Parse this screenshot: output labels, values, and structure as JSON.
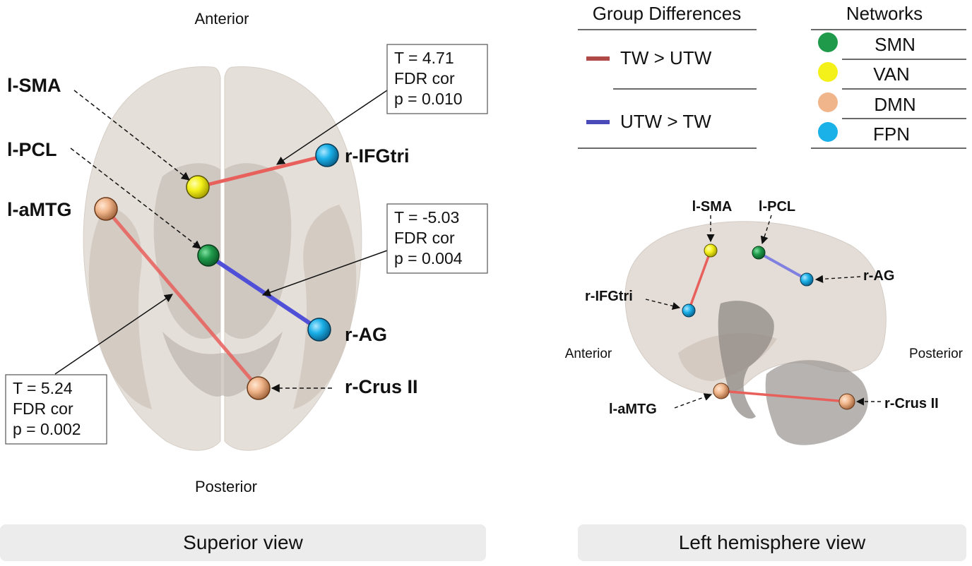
{
  "superior_view": {
    "orientation": {
      "anterior": "Anterior",
      "posterior": "Posterior"
    },
    "regions": {
      "l_sma": "l-SMA",
      "l_pcl": "l-PCL",
      "l_amtg": "l-aMTG",
      "r_ifgtri": "r-IFGtri",
      "r_ag": "r-AG",
      "r_crus": "r-Crus II"
    },
    "stats": [
      {
        "t": "T = 4.71",
        "fdr": "FDR cor",
        "p": "p = 0.010"
      },
      {
        "t": "T = -5.03",
        "fdr": "FDR cor",
        "p": "p = 0.004"
      },
      {
        "t": "T = 5.24",
        "fdr": "FDR cor",
        "p": "p = 0.002"
      }
    ],
    "caption": "Superior view"
  },
  "legend": {
    "group_title": "Group Differences",
    "group_items": [
      {
        "label": "TW > UTW",
        "color": "#b04a48"
      },
      {
        "label": "UTW > TW",
        "color": "#4a4ab8"
      }
    ],
    "networks_title": "Networks",
    "network_items": [
      {
        "label": "SMN",
        "color": "#1f9a4a"
      },
      {
        "label": "VAN",
        "color": "#f4f01a"
      },
      {
        "label": "DMN",
        "color": "#f0b58a"
      },
      {
        "label": "FPN",
        "color": "#1ab0e8"
      }
    ]
  },
  "left_view": {
    "orientation": {
      "anterior": "Anterior",
      "posterior": "Posterior"
    },
    "regions": {
      "l_sma": "l-SMA",
      "l_pcl": "l-PCL",
      "r_ag": "r-AG",
      "r_ifgtri": "r-IFGtri",
      "l_amtg": "l-aMTG",
      "r_crus": "r-Crus II"
    },
    "caption": "Left hemisphere view"
  },
  "colors": {
    "positive_edge": "#e8605c",
    "negative_edge": "#4f4fd8",
    "brain": "#e3dcd5",
    "brain_dark": "#a8a29d"
  }
}
